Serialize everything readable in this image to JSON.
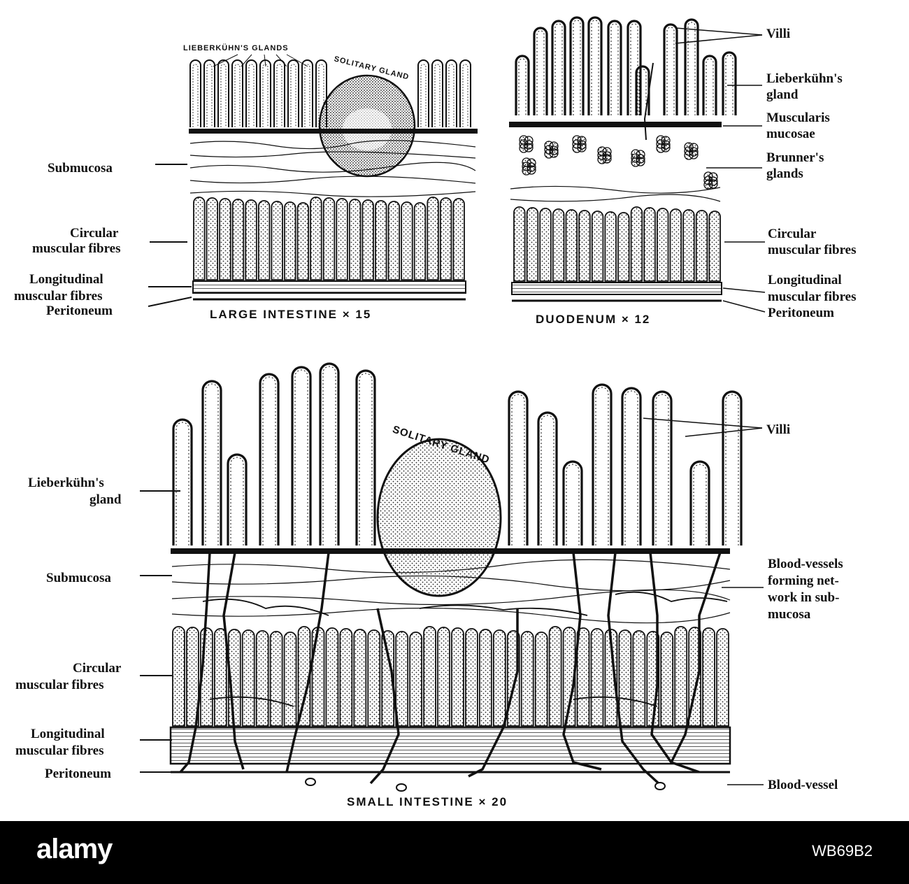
{
  "large": {
    "caption": "LARGE INTESTINE × 15",
    "glands_label": "LIEBERKÜHN'S GLANDS",
    "solitary_label": "SOLITARY GLAND",
    "submucosa": "Submucosa",
    "circular_1": "Circular",
    "circular_2": "muscular fibres",
    "longitudinal_1": "Longitudinal",
    "longitudinal_2": "muscular fibres",
    "peritoneum": "Peritoneum"
  },
  "duodenum": {
    "caption": "DUODENUM × 12",
    "villi": "Villi",
    "lieberkuhn_1": "Lieberkühn's",
    "lieberkuhn_2": "gland",
    "muscularis_1": "Muscularis",
    "muscularis_2": "mucosae",
    "brunner_1": "Brunner's",
    "brunner_2": "glands",
    "circular_1": "Circular",
    "circular_2": "muscular fibres",
    "longitudinal_1": "Longitudinal",
    "longitudinal_2": "muscular fibres",
    "peritoneum": "Peritoneum"
  },
  "small": {
    "caption": "SMALL INTESTINE × 20",
    "solitary_label": "SOLITARY GLAND",
    "villi": "Villi",
    "lieberkuhn_1": "Lieberkühn's",
    "lieberkuhn_2": "gland",
    "submucosa": "Submucosa",
    "blood_net_1": "Blood-vessels",
    "blood_net_2": "forming net-",
    "blood_net_3": "work in sub-",
    "blood_net_4": "mucosa",
    "circular_1": "Circular",
    "circular_2": "muscular fibres",
    "longitudinal_1": "Longitudinal",
    "longitudinal_2": "muscular fibres",
    "peritoneum": "Peritoneum",
    "blood_vessel": "Blood-vessel"
  },
  "footer": {
    "logo": "alamy",
    "image_id": "WB69B2"
  }
}
